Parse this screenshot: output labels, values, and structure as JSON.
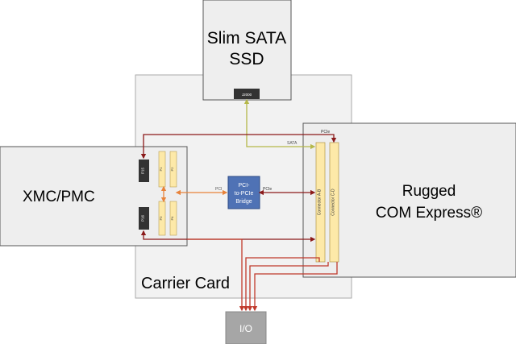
{
  "blocks": {
    "ssd_label_line1": "Slim SATA",
    "ssd_label_line2": "SSD",
    "ssd_connector_label": "J2000",
    "xmc_label": "XMC/PMC",
    "com_label_line1": "Rugged",
    "com_label_line2": "COM Express®",
    "carrier_label": "Carrier Card",
    "io_label": "I/O",
    "bridge_line1": "PCI-",
    "bridge_line2": "to-PCIe",
    "bridge_line3": "Bridge",
    "connector_ab": "Connector A-B",
    "connector_cd": "Connector C-D"
  },
  "xmc_connectors": {
    "p_top": "P15",
    "p_bottom": "P16",
    "p1": "P1",
    "p2": "P2",
    "p3": "P3",
    "p4": "P4"
  },
  "signals": {
    "pcie_top": "PCIe",
    "sata": "SATA",
    "pci": "PCI",
    "pcie_bridge": "PCIe"
  },
  "colors": {
    "sata_line": "#b5b84a",
    "pcie_line": "#8b1a1a",
    "io_line": "#c0392b",
    "pci_line": "#e8833a",
    "bridge_fill": "#4f72b5",
    "connector_fill": "#fde9a8"
  }
}
